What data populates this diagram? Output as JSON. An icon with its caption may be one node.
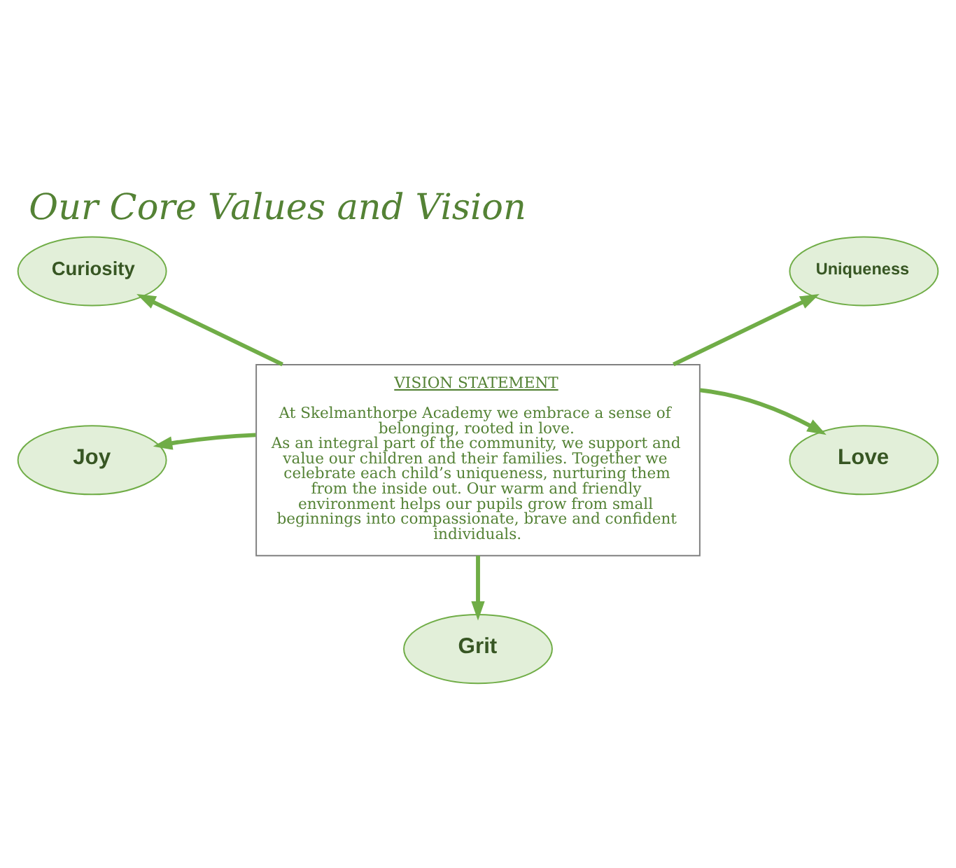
{
  "diagram": {
    "title": "Our Core Values and Vision",
    "nodes": [
      {
        "text": [
          "Curiosity"
        ]
      },
      {
        "text": [
          "Uniqueness"
        ]
      },
      {
        "text": [
          "VISION STATEMENT",
          "At Skelmanthorpe Academy we embrace a sense of belonging, rooted in love.",
          "As an integral part of the community, we support and value our children and their families. Together we celebrate each child’s uniqueness, nurturing them from the inside out. Our warm and friendly environment helps our pupils grow from small beginnings into compassionate, brave and confident individuals."
        ]
      },
      {
        "text": [
          "Joy"
        ]
      },
      {
        "text": [
          "Love"
        ]
      },
      {
        "text": [
          "Grit"
        ]
      }
    ],
    "edges": [
      {
        "from": 2,
        "to": 0,
        "arrow": "to"
      },
      {
        "from": 2,
        "to": 1,
        "arrow": "to"
      },
      {
        "from": 2,
        "to": 3,
        "arrow": "to"
      },
      {
        "from": 2,
        "to": 4,
        "arrow": "to"
      },
      {
        "from": 2,
        "to": 5,
        "arrow": "to"
      }
    ]
  }
}
